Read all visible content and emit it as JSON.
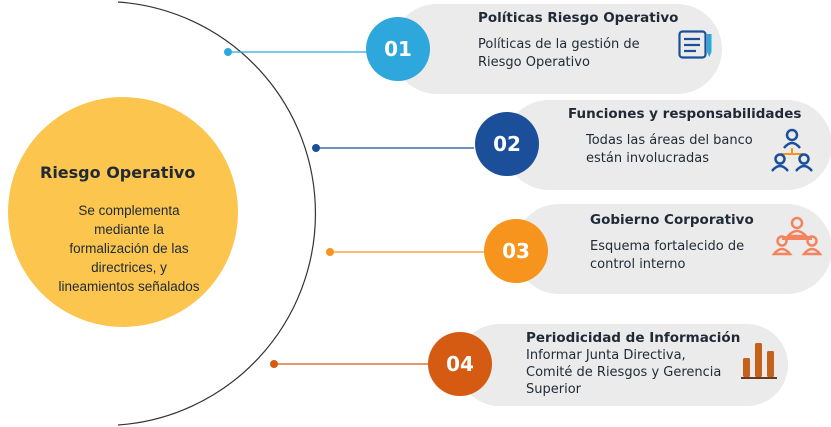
{
  "center": {
    "title": "Riesgo Operativo",
    "lines": [
      "Se complementa",
      "mediante la",
      "formalización de las",
      "directrices, y",
      "lineamientos señalados"
    ]
  },
  "items": [
    {
      "number": "01",
      "title": "Políticas Riesgo Operativo",
      "lines": [
        "Políticas de la  gestión de",
        "Riesgo Operativo"
      ],
      "color": "#2EA8DC",
      "icon": "document-list-icon"
    },
    {
      "number": "02",
      "title": "Funciones y responsabilidades",
      "lines": [
        "Todas las áreas del banco",
        "están involucradas"
      ],
      "color": "#1B4F99",
      "icon": "people-hierarchy-icon"
    },
    {
      "number": "03",
      "title": "Gobierno Corporativo",
      "lines": [
        "Esquema fortalecido de",
        "control interno"
      ],
      "color": "#F7941D",
      "icon": "meeting-group-icon"
    },
    {
      "number": "04",
      "title": "Periodicidad de Información",
      "lines": [
        "Informar Junta Directiva,",
        "Comité de Riesgos y Gerencia",
        "Superior"
      ],
      "color": "#D55A12",
      "icon": "bar-chart-icon"
    }
  ]
}
